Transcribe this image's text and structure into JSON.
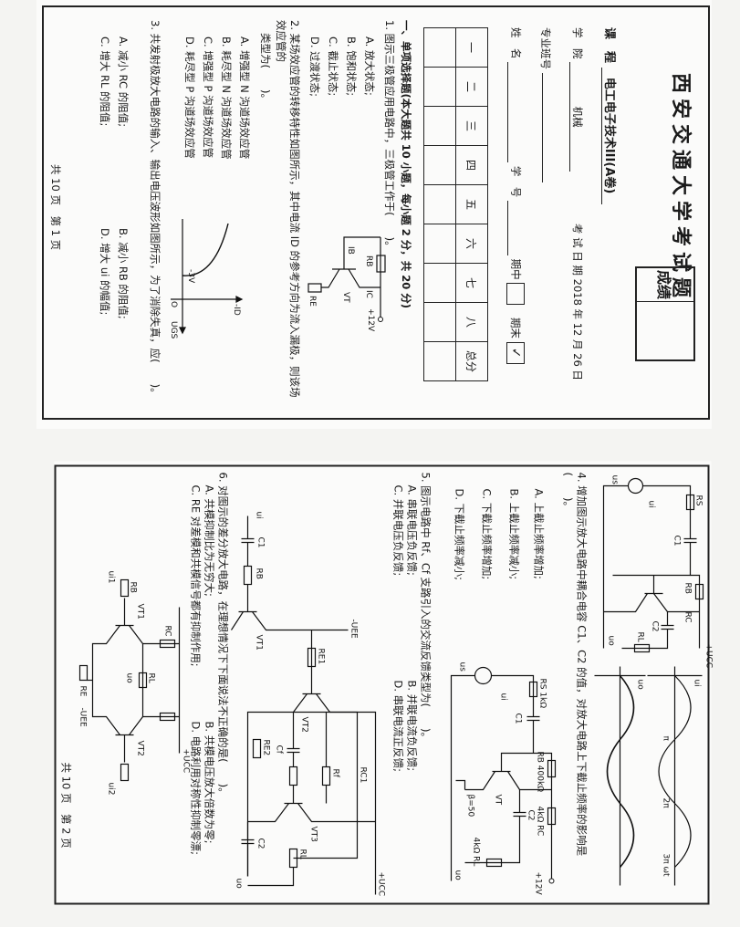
{
  "page1": {
    "title": "西安交通大学考试题",
    "score_label": "成绩",
    "course_label": "课　程",
    "course_value": "电工电子技术III(A卷)",
    "school_label": "学　院",
    "school_value": "机械",
    "exam_date_label": "考 试 日 期",
    "exam_date_value": "2018 年 12 月 26 日",
    "class_label": "专业班号",
    "name_label": "姓　名",
    "student_id_label": "学　号",
    "midterm_label": "期中",
    "final_label": "期末",
    "final_checked": "✓",
    "score_table_headers": [
      "一",
      "二",
      "三",
      "四",
      "五",
      "六",
      "七",
      "八",
      "总分"
    ],
    "section1_heading": "一、单项选择题(本大题共 10 小题，每小题 2 分，共 20 分)",
    "q1": {
      "stem": "1. 图示三极管应用电路中，三极管工作于(　　)。",
      "options": [
        "A. 放大状态;",
        "B. 饱和状态;",
        "C. 截止状态;",
        "D. 过渡状态;"
      ],
      "circuit_labels": {
        "vcc": "+12V",
        "rb": "RB",
        "ib": "IB",
        "ic": "IC",
        "vt": "VT",
        "re": "RE"
      }
    },
    "q2": {
      "stem_line1": "2. 某场效应管的转移特性如图所示，其中电流 ID 的参考方向为流入漏极，则该场效应管的",
      "stem_line2": "类型为(　　)。",
      "options": [
        "A. 增强型 N 沟道场效应管",
        "B. 耗尽型 N 沟道场效应管",
        "C. 增强型 P 沟道场效应管",
        "D. 耗尽型 P 沟道场效应管"
      ],
      "graph_labels": {
        "y": "-ID",
        "x": "UGS",
        "origin": "O",
        "vth": "-3V"
      }
    },
    "q3": {
      "stem": "3. 共发射极放大电路的输入、输出电压波形如图所示，为了消除失真，应(　　)。",
      "options": [
        "A. 减小 RC 的阻值;",
        "B. 减小 RB 的阻值;",
        "C. 增大 RL 的阻值;",
        "D. 增大 ui 的幅值;"
      ]
    },
    "footer": "共 10 页　第 1 页"
  },
  "page2": {
    "q3_circuit_labels": {
      "rs": "RS",
      "us": "us",
      "ui": "ui",
      "c1": "C1",
      "rb": "RB",
      "rc": "RC",
      "c2": "C2",
      "rl": "RL",
      "uo": "uo",
      "vcc": "+UCC"
    },
    "q3_wave_labels": {
      "ui": "ui",
      "uo": "uo",
      "pi": "π",
      "two_pi": "2π",
      "three_pi": "3π ωt"
    },
    "q4": {
      "stem": "4. 增加图示放大电路中耦合电容 C1、C2 的值，对放大电路上下截止频率的影响是(　　)。",
      "options": [
        "A. 上截止频率增加;",
        "B. 上截止频率减小;",
        "C. 下截止频率增加;",
        "D. 下截止频率减小;"
      ],
      "circuit_labels": {
        "rs": "RS 1kΩ",
        "us": "us",
        "ui": "ui",
        "c1": "C1",
        "rb": "RB 400kΩ",
        "rc": "4kΩ RC",
        "c2": "C2",
        "rl": "4kΩ RL",
        "vt": "VT",
        "beta": "β=50",
        "vcc": "+12V",
        "uo": "uo"
      }
    },
    "q5": {
      "stem": "5. 图示电路中 Rf、Cf 支路引入的交流反馈类型为(　　)。",
      "options": [
        "A. 串联电压负反馈;",
        "B. 并联电流负反馈;",
        "C. 并联电压负反馈;",
        "D. 串联电流正反馈;"
      ],
      "circuit_labels": {
        "ui": "ui",
        "c1": "C1",
        "rb": "RB",
        "vt1": "VT1",
        "re1": "RE1",
        "uee": "-UEE",
        "rc1": "RC1",
        "vt2": "VT2",
        "rf": "Rf",
        "cf": "Cf",
        "vt3": "VT3",
        "re2": "RE2",
        "c2": "C2",
        "rl": "RL",
        "uo": "uo",
        "vcc": "+UCC"
      }
    },
    "q6": {
      "stem": "6. 对图示的差分放大电路，在理想情况下下面说法不正确的是(　　)。",
      "options": [
        "A. 共模抑制比为无穷大;",
        "B. 共模电压放大倍数为零;",
        "C. RE 对差模和共模信号都有抑制作用;",
        "D. 电路利用对称性抑制零漂;"
      ],
      "circuit_labels": {
        "rc": "RC",
        "vcc": "+UCC",
        "vt1": "VT1",
        "vt2": "VT2",
        "rb": "RB",
        "rl": "RL",
        "re": "RE",
        "uee": "-UEE",
        "ui1": "ui1",
        "ui2": "ui2",
        "uo": "uo"
      }
    },
    "footer": "共 10 页　第 2 页"
  }
}
